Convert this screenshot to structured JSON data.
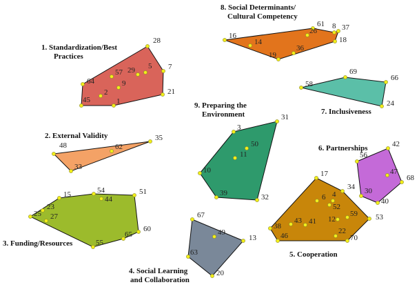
{
  "point_color": "#f2ee1a",
  "clusters": [
    {
      "id": "1",
      "title_lines": [
        "1. Standardization/Best",
        "Practices"
      ],
      "color": "#d9645a",
      "hull": [
        "28",
        "7",
        "21",
        "1",
        "45",
        "64"
      ],
      "inner": [
        "57",
        "9",
        "2",
        "29",
        "5"
      ]
    },
    {
      "id": "2",
      "title_lines": [
        "2. External Validity"
      ],
      "color": "#f4a266",
      "hull": [
        "48",
        "35",
        "33"
      ],
      "inner": [
        "62"
      ]
    },
    {
      "id": "3",
      "title_lines": [
        "3. Funding/Resources"
      ],
      "color": "#9cbb2c",
      "hull": [
        "15",
        "54",
        "51",
        "60",
        "65",
        "55",
        "25"
      ],
      "inner": [
        "44",
        "23",
        "27"
      ]
    },
    {
      "id": "4",
      "title_lines": [
        "4. Social Learning",
        "and Collaboration"
      ],
      "color": "#7a8899",
      "hull": [
        "67",
        "13",
        "20",
        "63"
      ],
      "inner": [
        "49"
      ]
    },
    {
      "id": "5",
      "title_lines": [
        "5. Cooperation"
      ],
      "color": "#c8860a",
      "hull": [
        "17",
        "34",
        "53",
        "70",
        "46",
        "38"
      ],
      "inner": [
        "6",
        "4",
        "52",
        "12",
        "59",
        "43",
        "41",
        "22"
      ]
    },
    {
      "id": "6",
      "title_lines": [
        "6. Partnerships"
      ],
      "color": "#c46ad8",
      "hull": [
        "42",
        "68",
        "40",
        "30",
        "56"
      ],
      "inner": [
        "47"
      ]
    },
    {
      "id": "7",
      "title_lines": [
        "7. Inclusiveness"
      ],
      "color": "#5bbfa8",
      "hull": [
        "58",
        "69",
        "66",
        "24"
      ],
      "inner": []
    },
    {
      "id": "8",
      "title_lines": [
        "8. Social Determinants/",
        "Cultural Competency"
      ],
      "color": "#e2741c",
      "hull": [
        "16",
        "61",
        "8",
        "37",
        "18",
        "19"
      ],
      "inner": [
        "14",
        "26",
        "36"
      ]
    },
    {
      "id": "9",
      "title_lines": [
        "9. Preparing the",
        "Environment"
      ],
      "color": "#2e9a6c",
      "hull": [
        "3",
        "31",
        "32",
        "39",
        "10"
      ],
      "inner": [
        "50",
        "11"
      ]
    }
  ]
}
